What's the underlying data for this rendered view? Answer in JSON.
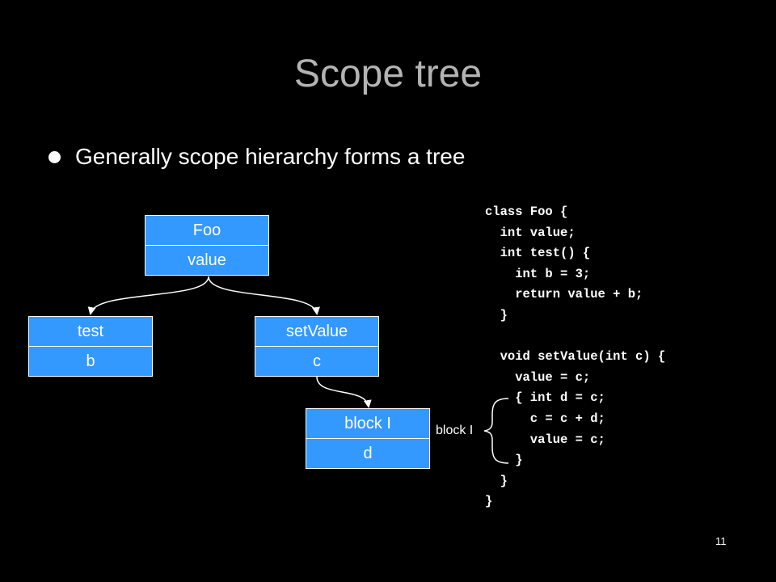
{
  "title": "Scope tree",
  "bullets": [
    "Generally scope hierarchy forms a tree"
  ],
  "scopes": {
    "foo": {
      "name": "Foo",
      "var": "value"
    },
    "test": {
      "name": "test",
      "var": "b"
    },
    "setvalue": {
      "name": "setValue",
      "var": "c"
    },
    "block": {
      "name": "block I",
      "var": "d"
    }
  },
  "code": [
    "class Foo {",
    "  int value;",
    "  int test() {",
    "    int b = 3;",
    "    return value + b;",
    "  }",
    "",
    "  void setValue(int c) {",
    "    value = c;",
    "    { int d = c;",
    "      c = c + d;",
    "      value = c;",
    "    }",
    "  }",
    "}"
  ],
  "block_label": "block I",
  "page_number": "11",
  "colors": {
    "background": "#000000",
    "title": "#b3b3b3",
    "box_fill": "#3399ff",
    "text": "#ffffff"
  }
}
